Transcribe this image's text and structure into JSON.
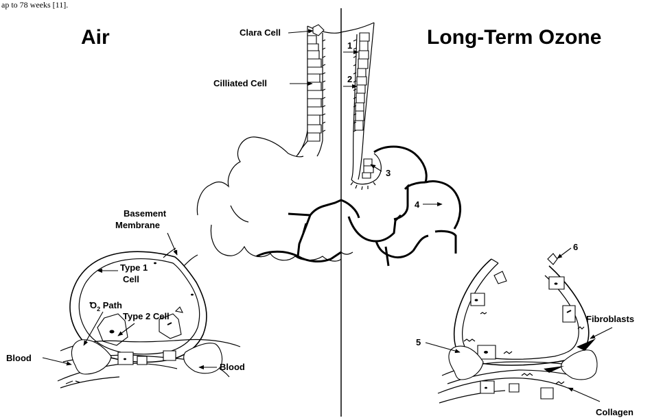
{
  "top_fragment": "ap to 78 weeks [11].",
  "titles": {
    "left": "Air",
    "right": "Long-Term Ozone"
  },
  "labels": {
    "clara_cell": "Clara Cell",
    "ciliated_cell": "Cilliated Cell",
    "basement_membrane_1": "Basement",
    "basement_membrane_2": "Membrane",
    "type1_cell_1": "Type 1",
    "type1_cell_2": "Cell",
    "o2_path_o": "O",
    "o2_path_sub": "2",
    "o2_path_rest": " Path",
    "type2_cell": "Type 2 Cell",
    "blood_left": "Blood",
    "blood_right": "Blood",
    "fibroblasts": "Fibroblasts",
    "collagen": "Collagen"
  },
  "markers": [
    "1",
    "2",
    "3",
    "4",
    "5",
    "6"
  ]
}
